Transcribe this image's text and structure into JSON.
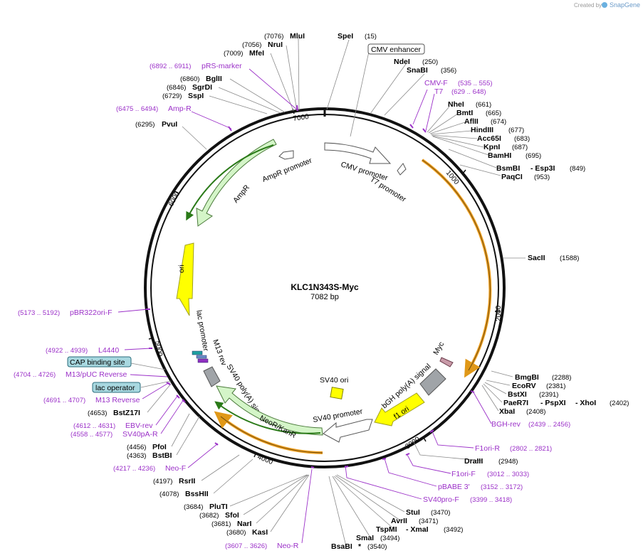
{
  "brand": {
    "created_by": "Created by",
    "name": "SnapGene"
  },
  "plasmid": {
    "name": "KLC1N343S-Myc",
    "size": "7082 bp"
  },
  "ticks": [
    "1000",
    "2000",
    "3000",
    "4000",
    "5000",
    "6000",
    "7000"
  ],
  "features": {
    "cmv_promoter": "CMV promoter",
    "t7_promoter": "T7 promoter",
    "ampr_promoter": "AmpR promoter",
    "ampr": "AmpR",
    "ori": "ori",
    "lac_promoter": "lac promoter",
    "m13_rev": "M13 rev",
    "sv40_polya": "SV40 poly(A) signal",
    "neor_kanr": "NeoR/KanR",
    "sv40_promoter": "SV40 promoter",
    "sv40_ori": "SV40 ori",
    "f1_ori": "f1 ori",
    "bgh_polya": "bGH poly(A) signal",
    "myc": "Myc"
  },
  "boxes": {
    "cmv_enhancer": "CMV enhancer",
    "cap_binding_site": "CAP binding site",
    "lac_operator": "lac operator"
  },
  "sites": {
    "mlui": {
      "name": "MluI",
      "pos": "(7076)"
    },
    "nrui": {
      "name": "NruI",
      "pos": "(7056)"
    },
    "mfei": {
      "name": "MfeI",
      "pos": "(7009)"
    },
    "spei": {
      "name": "SpeI",
      "pos": "(15)"
    },
    "ndei": {
      "name": "NdeI",
      "pos": "(250)"
    },
    "snabi": {
      "name": "SnaBI",
      "pos": "(356)"
    },
    "nhei": {
      "name": "NheI",
      "pos": "(661)"
    },
    "bmti": {
      "name": "BmtI",
      "pos": "(665)"
    },
    "aflii": {
      "name": "AflII",
      "pos": "(674)"
    },
    "hindiii": {
      "name": "HindIII",
      "pos": "(677)"
    },
    "acc65i": {
      "name": "Acc65I",
      "pos": "(683)"
    },
    "kpni": {
      "name": "KpnI",
      "pos": "(687)"
    },
    "bamhi": {
      "name": "BamHI",
      "pos": "(695)"
    },
    "bsmbi": {
      "name": "BsmBI",
      "extra": "- Esp3I",
      "pos": "(849)"
    },
    "paqci": {
      "name": "PaqCI",
      "pos": "(953)"
    },
    "sacii": {
      "name": "SacII",
      "pos": "(1588)"
    },
    "bmgbi": {
      "name": "BmgBI",
      "pos": "(2288)"
    },
    "ecorv": {
      "name": "EcoRV",
      "pos": "(2381)"
    },
    "bstxi": {
      "name": "BstXI",
      "pos": "(2391)"
    },
    "paer7i": {
      "name": "PaeR7I",
      "extra1": "- PspXI",
      "extra2": "- XhoI",
      "pos": "(2402)"
    },
    "xbai": {
      "name": "XbaI",
      "pos": "(2408)"
    },
    "draiii": {
      "name": "DraIII",
      "pos": "(2948)"
    },
    "stui": {
      "name": "StuI",
      "pos": "(3470)"
    },
    "avrii": {
      "name": "AvrII",
      "pos": "(3471)"
    },
    "tspmi": {
      "name": "TspMI",
      "extra": "- XmaI",
      "pos": "(3492)"
    },
    "smai": {
      "name": "SmaI",
      "pos": "(3494)"
    },
    "bsabi": {
      "name": "BsaBI",
      "extra": "*",
      "pos": "(3540)"
    },
    "kasi": {
      "name": "KasI",
      "pos": "(3680)"
    },
    "nari": {
      "name": "NarI",
      "pos": "(3681)"
    },
    "sfoi": {
      "name": "SfoI",
      "pos": "(3682)"
    },
    "pluti": {
      "name": "PluTI",
      "pos": "(3684)"
    },
    "bsshii": {
      "name": "BssHII",
      "pos": "(4078)"
    },
    "rsrii": {
      "name": "RsrII",
      "pos": "(4197)"
    },
    "bstbi": {
      "name": "BstBI",
      "pos": "(4363)"
    },
    "pfoi": {
      "name": "PfoI",
      "pos": "(4456)"
    },
    "bstz17i": {
      "name": "BstZ17I",
      "pos": "(4653)"
    },
    "pvui": {
      "name": "PvuI",
      "pos": "(6295)"
    },
    "sspi": {
      "name": "SspI",
      "pos": "(6729)"
    },
    "sgrdi": {
      "name": "SgrDI",
      "pos": "(6846)"
    },
    "bglii": {
      "name": "BglII",
      "pos": "(6860)"
    }
  },
  "primers": {
    "prs_marker": {
      "name": "pRS-marker",
      "range": "(6892 .. 6911)"
    },
    "amp_r": {
      "name": "Amp-R",
      "range": "(6475 .. 6494)"
    },
    "cmv_f": {
      "name": "CMV-F",
      "range": "(535 .. 555)"
    },
    "t7": {
      "name": "T7",
      "range": "(629 .. 648)"
    },
    "pbr322ori_f": {
      "name": "pBR322ori-F",
      "range": "(5173 .. 5192)"
    },
    "l4440": {
      "name": "L4440",
      "range": "(4922 .. 4939)"
    },
    "m13_puc_reverse": {
      "name": "M13/pUC Reverse",
      "range": "(4704 .. 4726)"
    },
    "m13_reverse": {
      "name": "M13 Reverse",
      "range": "(4691 .. 4707)"
    },
    "ebv_rev": {
      "name": "EBV-rev",
      "range": "(4612 .. 4631)"
    },
    "sv40pa_r": {
      "name": "SV40pA-R",
      "range": "(4558 .. 4577)"
    },
    "neo_f": {
      "name": "Neo-F",
      "range": "(4217 .. 4236)"
    },
    "neo_r": {
      "name": "Neo-R",
      "range": "(3607 .. 3626)"
    },
    "bgh_rev": {
      "name": "BGH-rev",
      "range": "(2439 .. 2456)"
    },
    "f1ori_r": {
      "name": "F1ori-R",
      "range": "(2802 .. 2821)"
    },
    "f1ori_f": {
      "name": "F1ori-F",
      "range": "(3012 .. 3033)"
    },
    "pbabe3": {
      "name": "pBABE 3'",
      "range": "(3152 .. 3172)"
    },
    "sv40pro_f": {
      "name": "SV40pro-F",
      "range": "(3399 .. 3418)"
    }
  },
  "colors": {
    "backbone": "#111111",
    "primer": "#9b30c8",
    "ampr_fill": "#d4f5c8",
    "ori_fill": "#ffff00",
    "orange_arc": "#f0a020",
    "promoter_fill": "#ffffff",
    "polya_fill": "#a0a4a8"
  }
}
